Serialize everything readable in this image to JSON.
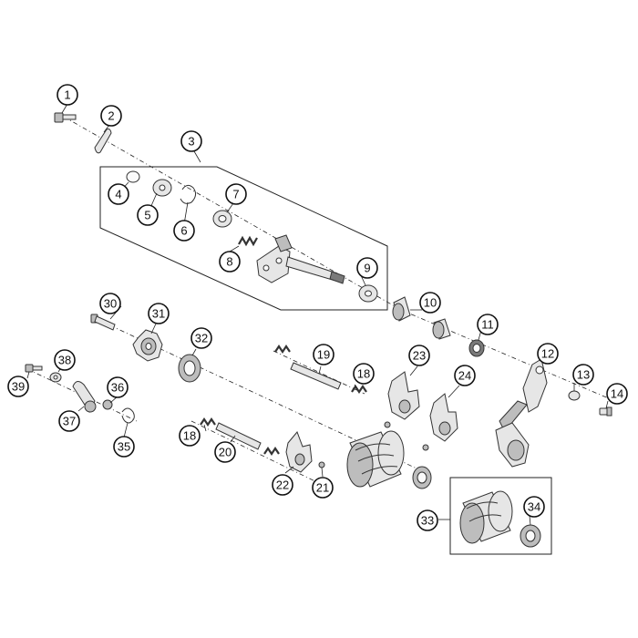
{
  "diagram": {
    "callouts": [
      {
        "id": "1",
        "name": "callout-1"
      },
      {
        "id": "2",
        "name": "callout-2"
      },
      {
        "id": "3",
        "name": "callout-3"
      },
      {
        "id": "4",
        "name": "callout-4"
      },
      {
        "id": "5",
        "name": "callout-5"
      },
      {
        "id": "6",
        "name": "callout-6"
      },
      {
        "id": "7",
        "name": "callout-7"
      },
      {
        "id": "8",
        "name": "callout-8"
      },
      {
        "id": "9",
        "name": "callout-9"
      },
      {
        "id": "10",
        "name": "callout-10"
      },
      {
        "id": "11",
        "name": "callout-11"
      },
      {
        "id": "12",
        "name": "callout-12"
      },
      {
        "id": "13",
        "name": "callout-13"
      },
      {
        "id": "14",
        "name": "callout-14"
      },
      {
        "id": "18",
        "name": "callout-18-upper"
      },
      {
        "id": "18",
        "name": "callout-18-lower"
      },
      {
        "id": "19",
        "name": "callout-19"
      },
      {
        "id": "20",
        "name": "callout-20"
      },
      {
        "id": "21",
        "name": "callout-21"
      },
      {
        "id": "22",
        "name": "callout-22"
      },
      {
        "id": "23",
        "name": "callout-23"
      },
      {
        "id": "24",
        "name": "callout-24"
      },
      {
        "id": "30",
        "name": "callout-30"
      },
      {
        "id": "31",
        "name": "callout-31"
      },
      {
        "id": "32",
        "name": "callout-32"
      },
      {
        "id": "33",
        "name": "callout-33"
      },
      {
        "id": "34",
        "name": "callout-34"
      },
      {
        "id": "35",
        "name": "callout-35"
      },
      {
        "id": "36",
        "name": "callout-36"
      },
      {
        "id": "37",
        "name": "callout-37"
      },
      {
        "id": "38",
        "name": "callout-38"
      },
      {
        "id": "39",
        "name": "callout-39"
      }
    ]
  }
}
